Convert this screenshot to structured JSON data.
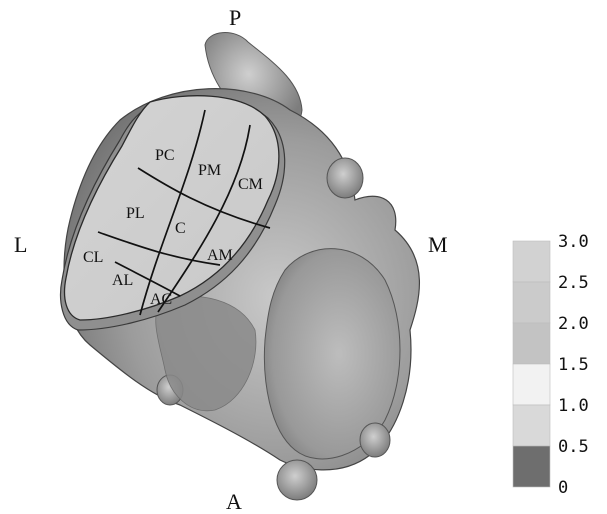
{
  "directions": {
    "posterior": "P",
    "anterior": "A",
    "lateral": "L",
    "medial": "M"
  },
  "regions": [
    {
      "id": "PC",
      "label": "PC"
    },
    {
      "id": "PM",
      "label": "PM"
    },
    {
      "id": "CM",
      "label": "CM"
    },
    {
      "id": "PL",
      "label": "PL"
    },
    {
      "id": "C",
      "label": "C"
    },
    {
      "id": "AM",
      "label": "AM"
    },
    {
      "id": "CL",
      "label": "CL"
    },
    {
      "id": "AL",
      "label": "AL"
    },
    {
      "id": "AC",
      "label": "AC"
    }
  ],
  "legend": {
    "ticks": [
      "3.0",
      "2.5",
      "2.0",
      "1.5",
      "1.0",
      "0.5",
      "0"
    ],
    "colors": [
      "#d2d2d2",
      "#cbcbcb",
      "#c3c3c3",
      "#f2f2f2",
      "#d9d9d9",
      "#6e6e6e"
    ]
  }
}
